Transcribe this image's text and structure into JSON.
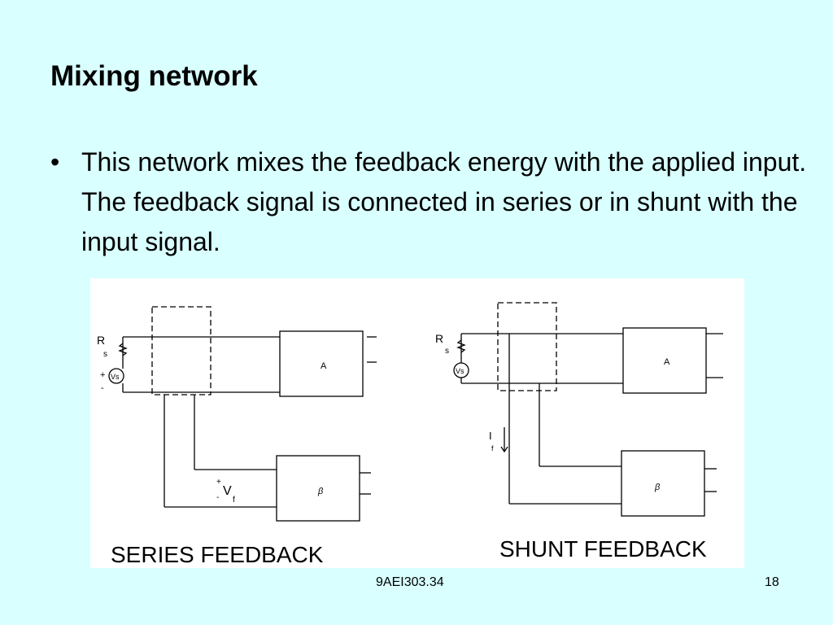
{
  "slide": {
    "title": "Mixing network",
    "bullet_char": "•",
    "bullet_text": "This network mixes the feedback energy with the applied input.  The feedback signal is connected in series or in shunt with the input signal."
  },
  "series_diagram": {
    "rs_label_R": "R",
    "rs_label_s": "s",
    "source_label": "Vs",
    "plus": "+",
    "minus": "-",
    "amp_label": "A",
    "beta_label": "β",
    "vf_V": "V",
    "vf_f": "f",
    "caption": "SERIES FEEDBACK"
  },
  "shunt_diagram": {
    "rs_label_R": "R",
    "rs_label_s": "s",
    "source_label": "Vs",
    "if_I": "I",
    "if_f": "f",
    "amp_label": "A",
    "beta_label": "β",
    "caption": "SHUNT FEEDBACK"
  },
  "footer": {
    "code": "9AEI303.34",
    "page": "18"
  }
}
